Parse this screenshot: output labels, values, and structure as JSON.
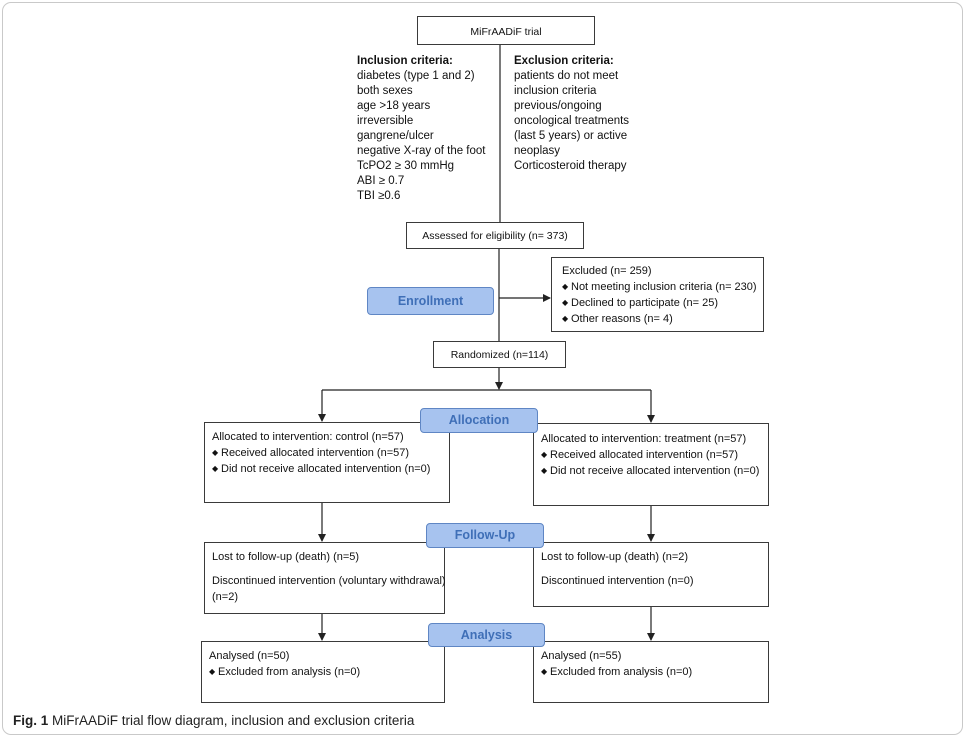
{
  "trial_box": "MiFrAADiF trial",
  "inclusion": {
    "heading": "Inclusion criteria:",
    "items": [
      "diabetes (type 1 and 2)",
      "both sexes",
      "age >18 years",
      "irreversible",
      "gangrene/ulcer",
      "negative X-ray of the foot",
      "TcPO2 ≥ 30 mmHg",
      "ABI ≥ 0.7",
      "TBI ≥0.6"
    ]
  },
  "exclusion": {
    "heading": "Exclusion criteria:",
    "items": [
      "patients do not meet",
      "inclusion criteria",
      "previous/ongoing",
      "oncological treatments",
      "(last 5 years) or active",
      "neoplasy",
      "Corticosteroid therapy"
    ]
  },
  "assessed": "Assessed for eligibility (n= 373)",
  "excluded": {
    "title": "Excluded (n= 259)",
    "items": [
      "Not meeting inclusion criteria (n= 230)",
      "Declined to participate (n= 25)",
      "Other reasons (n= 4)"
    ]
  },
  "stages": {
    "enrollment": "Enrollment",
    "allocation": "Allocation",
    "followup": "Follow-Up",
    "analysis": "Analysis"
  },
  "randomized": "Randomized (n=114)",
  "allocation_control": {
    "title": "Allocated to intervention: control (n=57)",
    "items": [
      "Received allocated intervention (n=57)",
      "Did not receive allocated intervention (n=0)"
    ]
  },
  "allocation_treatment": {
    "title": "Allocated to intervention: treatment (n=57)",
    "items": [
      "Received allocated intervention (n=57)",
      "Did not receive allocated intervention (n=0)"
    ]
  },
  "followup_control": {
    "lost": "Lost to follow-up (death) (n=5)",
    "discontinued_line1": "Discontinued intervention (voluntary withdrawal)",
    "discontinued_line2": "(n=2)"
  },
  "followup_treatment": {
    "lost": "Lost to follow-up (death) (n=2)",
    "discontinued": "Discontinued intervention (n=0)"
  },
  "analysis_control": {
    "title": "Analysed (n=50)",
    "item": "Excluded from analysis (n=0)"
  },
  "analysis_treatment": {
    "title": "Analysed (n=55)",
    "item": "Excluded from analysis (n=0)"
  },
  "bullet_glyph": "◆",
  "caption": {
    "label": "Fig. 1",
    "text": "MiFrAADiF trial flow diagram, inclusion and exclusion criteria"
  }
}
